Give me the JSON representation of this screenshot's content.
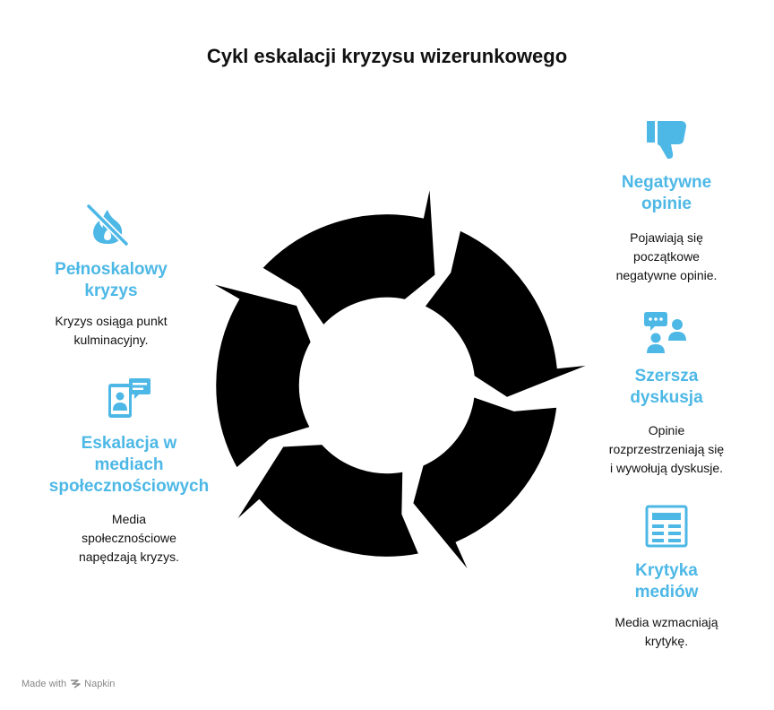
{
  "title": "Cykl eskalacji kryzysu wizerunkowego",
  "accent_color": "#4db8e6",
  "stages": [
    {
      "id": "negatywne-opinie",
      "icon": "thumbs-down-icon",
      "heading": "Negatywne\nopinie",
      "description": "Pojawiają się\npoczątkowe\nnegatywne opinie."
    },
    {
      "id": "szersza-dyskusja",
      "icon": "discussion-icon",
      "heading": "Szersza\ndyskusja",
      "description": "Opinie\nrozprzestrzeniają się\ni wywołują dyskusje."
    },
    {
      "id": "krytyka-mediow",
      "icon": "newspaper-icon",
      "heading": "Krytyka\nmediów",
      "description": "Media wzmacniają\nkrytykę."
    },
    {
      "id": "eskalacja-social",
      "icon": "mobile-chat-icon",
      "heading": "Eskalacja w\nmediach\nspołecznościowych",
      "description": "Media\nspołecznościowe\nnapędzają kryzys."
    },
    {
      "id": "pelnoskalowy-kryzys",
      "icon": "no-fire-icon",
      "heading": "Pełnoskalowy\nkryzys",
      "description": "Kryzys osiąga punkt\nkulminacyjny."
    }
  ],
  "footer": {
    "made_with": "Made with",
    "brand": "Napkin"
  }
}
